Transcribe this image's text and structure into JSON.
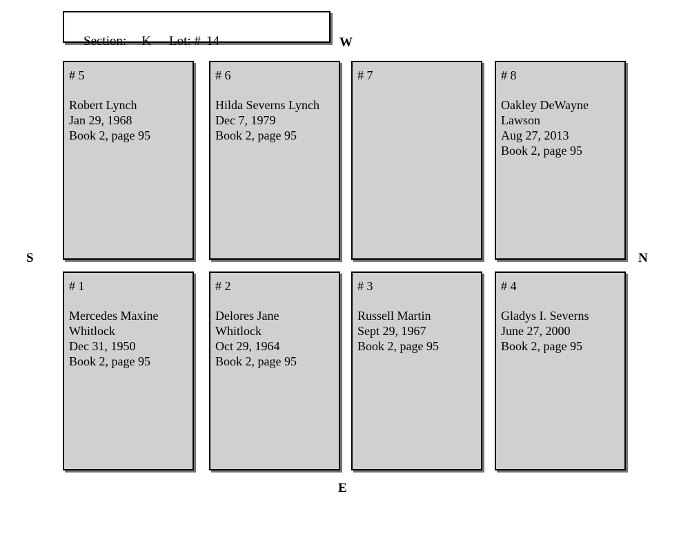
{
  "header": {
    "section_label": "Section:",
    "section_value": "K",
    "lot_label": "Lot: #",
    "lot_value": "14"
  },
  "compass": {
    "west": "W",
    "east": "E",
    "south": "S",
    "north": "N"
  },
  "plots": [
    {
      "number": "# 5",
      "row": 0,
      "col": 0,
      "lines": [
        "Robert Lynch",
        "Jan 29, 1968",
        "Book 2, page 95"
      ]
    },
    {
      "number": "# 6",
      "row": 0,
      "col": 1,
      "lines": [
        "Hilda Severns Lynch",
        "Dec 7, 1979",
        "Book 2, page 95"
      ]
    },
    {
      "number": "# 7",
      "row": 0,
      "col": 2,
      "lines": []
    },
    {
      "number": "# 8",
      "row": 0,
      "col": 3,
      "lines": [
        "Oakley DeWayne",
        "Lawson",
        "Aug 27, 2013",
        "Book 2, page 95"
      ]
    },
    {
      "number": "# 1",
      "row": 1,
      "col": 0,
      "lines": [
        "Mercedes Maxine",
        "Whitlock",
        "Dec 31, 1950",
        "Book 2, page 95"
      ]
    },
    {
      "number": "# 2",
      "row": 1,
      "col": 1,
      "lines": [
        "Delores Jane",
        "Whitlock",
        "Oct 29, 1964",
        "Book 2, page 95"
      ]
    },
    {
      "number": "# 3",
      "row": 1,
      "col": 2,
      "lines": [
        "Russell Martin",
        "Sept 29, 1967",
        "Book 2, page 95"
      ]
    },
    {
      "number": "# 4",
      "row": 1,
      "col": 3,
      "lines": [
        "Gladys I. Severns",
        "June 27, 2000",
        "Book 2, page 95"
      ]
    }
  ],
  "colors": {
    "plot_fill": "#d0d0d0",
    "plot_border": "#000000",
    "header_fill": "#ffffff",
    "page_background": "#ffffff"
  }
}
